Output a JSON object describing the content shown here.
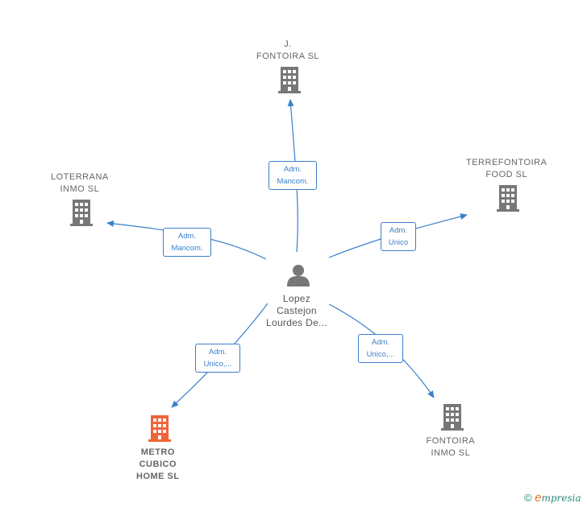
{
  "center": {
    "name_lines": [
      "Lopez",
      "Castejon",
      "Lourdes De..."
    ],
    "icon": "person-icon"
  },
  "nodes": [
    {
      "id": "j-fontoira",
      "lines": [
        "J.",
        "FONTOIRA  SL"
      ],
      "icon": "building-icon",
      "color": "#777777"
    },
    {
      "id": "terrefontoira",
      "lines": [
        "TERREFONTOIRA",
        "FOOD  SL"
      ],
      "icon": "building-icon",
      "color": "#777777"
    },
    {
      "id": "loterrana",
      "lines": [
        "LOTERRANA",
        "INMO  SL"
      ],
      "icon": "building-icon",
      "color": "#777777"
    },
    {
      "id": "metro-cubico",
      "lines": [
        "METRO",
        "CUBICO",
        "HOME  SL"
      ],
      "icon": "building-icon",
      "color": "#f0643a",
      "highlight": true
    },
    {
      "id": "fontoira-inmo",
      "lines": [
        "FONTOIRA",
        "INMO  SL"
      ],
      "icon": "building-icon",
      "color": "#777777"
    }
  ],
  "edges": [
    {
      "target": "j-fontoira",
      "label_lines": [
        "Adm.",
        "Mancom."
      ]
    },
    {
      "target": "terrefontoira",
      "label_lines": [
        "Adm.",
        "Unico"
      ]
    },
    {
      "target": "loterrana",
      "label_lines": [
        "Adm.",
        "Mancom."
      ]
    },
    {
      "target": "metro-cubico",
      "label_lines": [
        "Adm.",
        "Unico,..."
      ]
    },
    {
      "target": "fontoira-inmo",
      "label_lines": [
        "Adm.",
        "Unico,..."
      ]
    }
  ],
  "colors": {
    "edge": "#3b7fc9",
    "person": "#777777"
  },
  "footer": {
    "copyright": "©",
    "brand_initial": "e",
    "brand_rest": "mpresia"
  }
}
